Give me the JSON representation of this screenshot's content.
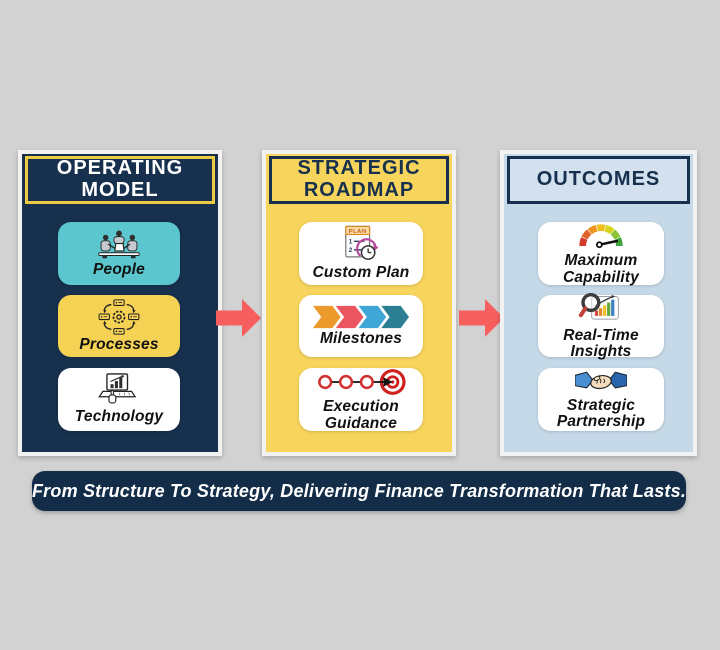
{
  "page": {
    "background": "#d2d2d2"
  },
  "colors": {
    "navy": "#16304d",
    "panel_yellow": "#f7d45b",
    "panel_light_blue": "#c5d9e8",
    "teal_card": "#5bc6cd",
    "yellow_card": "#f6d254",
    "arrow_red": "#f75f5f",
    "header_gold_border": "#ecca43",
    "card_text": "#111111",
    "banner_navy": "#132c47"
  },
  "columns": [
    {
      "id": "operating-model",
      "title": "OPERATING MODEL",
      "cards": [
        {
          "label": "People",
          "icon": "people-icon"
        },
        {
          "label": "Processes",
          "icon": "process-workflow-icon"
        },
        {
          "label": "Technology",
          "icon": "technology-laptop-icon"
        }
      ]
    },
    {
      "id": "strategic-roadmap",
      "title": "STRATEGIC ROADMAP",
      "cards": [
        {
          "label": "Custom Plan",
          "icon": "plan-clock-icon"
        },
        {
          "label": "Milestones",
          "icon": "chevron-milestones-icon"
        },
        {
          "label": "Execution Guidance",
          "icon": "target-path-icon"
        }
      ]
    },
    {
      "id": "outcomes",
      "title": "OUTCOMES",
      "cards": [
        {
          "label": "Maximum Capability",
          "icon": "gauge-icon"
        },
        {
          "label": "Real-Time Insights",
          "icon": "magnifier-chart-icon"
        },
        {
          "label": "Strategic Partnership",
          "icon": "handshake-icon"
        }
      ]
    }
  ],
  "icon_texts": {
    "plan_header": "PLAN",
    "plan_line1": "1",
    "plan_line2": "2"
  },
  "banner": {
    "text": "From Structure To Strategy, Delivering Finance Transformation That Lasts."
  }
}
